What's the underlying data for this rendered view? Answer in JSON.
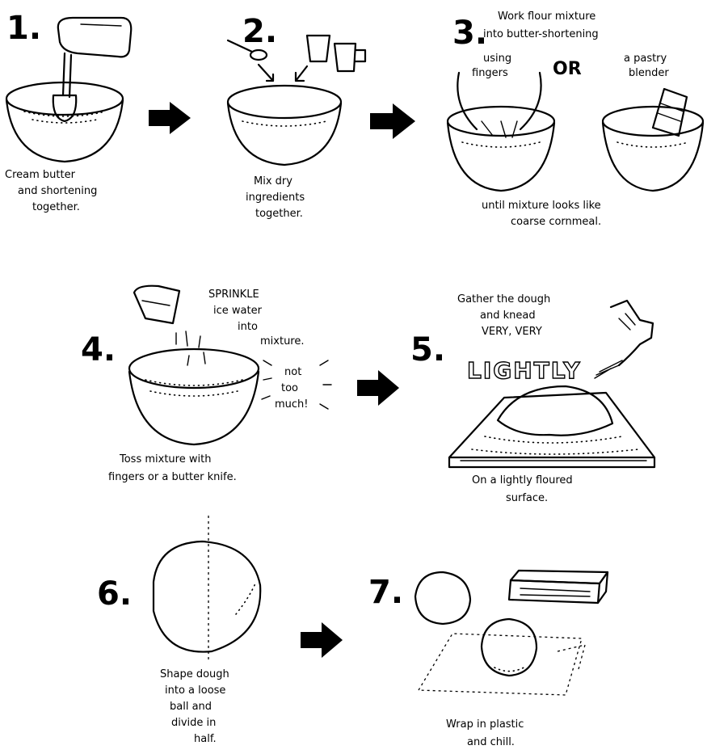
{
  "steps": [
    {
      "number": "1.",
      "caption": [
        "Cream butter",
        "and shortening",
        "together."
      ]
    },
    {
      "number": "2.",
      "caption": [
        "Mix dry",
        "ingredients",
        "together."
      ]
    },
    {
      "number": "3.",
      "heading": [
        "Work flour mixture",
        "into butter-shortening"
      ],
      "left_label": [
        "using",
        "fingers"
      ],
      "or_label": "OR",
      "right_label": [
        "a pastry",
        "blender"
      ],
      "caption": [
        "until mixture looks like",
        "coarse cornmeal."
      ]
    },
    {
      "number": "4.",
      "label_top": [
        "SPRINKLE",
        "ice water",
        "into",
        "mixture."
      ],
      "label_side": [
        "not",
        "too",
        "much!"
      ],
      "caption": [
        "Toss mixture with",
        "fingers or a butter knife."
      ]
    },
    {
      "number": "5.",
      "label_top": [
        "Gather the dough",
        "and knead",
        "VERY, VERY"
      ],
      "emphasis": "LIGHTLY",
      "caption": [
        "On a lightly floured",
        "surface."
      ]
    },
    {
      "number": "6.",
      "caption": [
        "Shape dough",
        "into a loose",
        "ball and",
        "divide in",
        "half."
      ]
    },
    {
      "number": "7.",
      "caption": [
        "Wrap in plastic",
        "and chill."
      ]
    }
  ]
}
